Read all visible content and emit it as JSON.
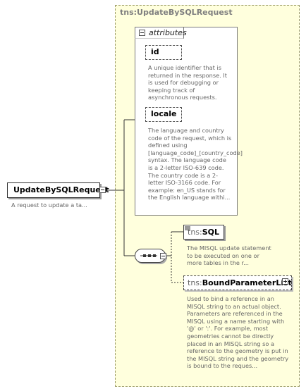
{
  "complex_type": {
    "title": "tns:UpdateBySQLRequest"
  },
  "attributes_group": {
    "label": "attributes",
    "items": [
      {
        "name": "id",
        "description": "A unique identifier that is returned in the response. It is used for debugging or keeping track of asynchronous requests."
      },
      {
        "name": "locale",
        "description": "The language and country code of the request, which is defined using [language_code]_[country_code] syntax. The language code is a 2-letter ISO-639 code. The country code is a 2-letter ISO-3166 code. For example: en_US stands for the English language withi..."
      }
    ]
  },
  "root_element": {
    "name": "UpdateBySQLRequest",
    "description": "A request to update a ta..."
  },
  "children": [
    {
      "prefix": "tns:",
      "name": "SQL",
      "description": "The MISQL update statement to be executed on one or more tables in the r..."
    },
    {
      "prefix": "tns:",
      "name": "BoundParameterList",
      "description": "Used to bind a reference in an MISQL string to an actual object. Parameters are referenced in the MISQL using a name starting with '@' or ':'. For example, most geometries cannot be directly placed in an MISQL string so a reference to the geometry is put in the MISQL string and the geometry is bound to the reques..."
    }
  ]
}
